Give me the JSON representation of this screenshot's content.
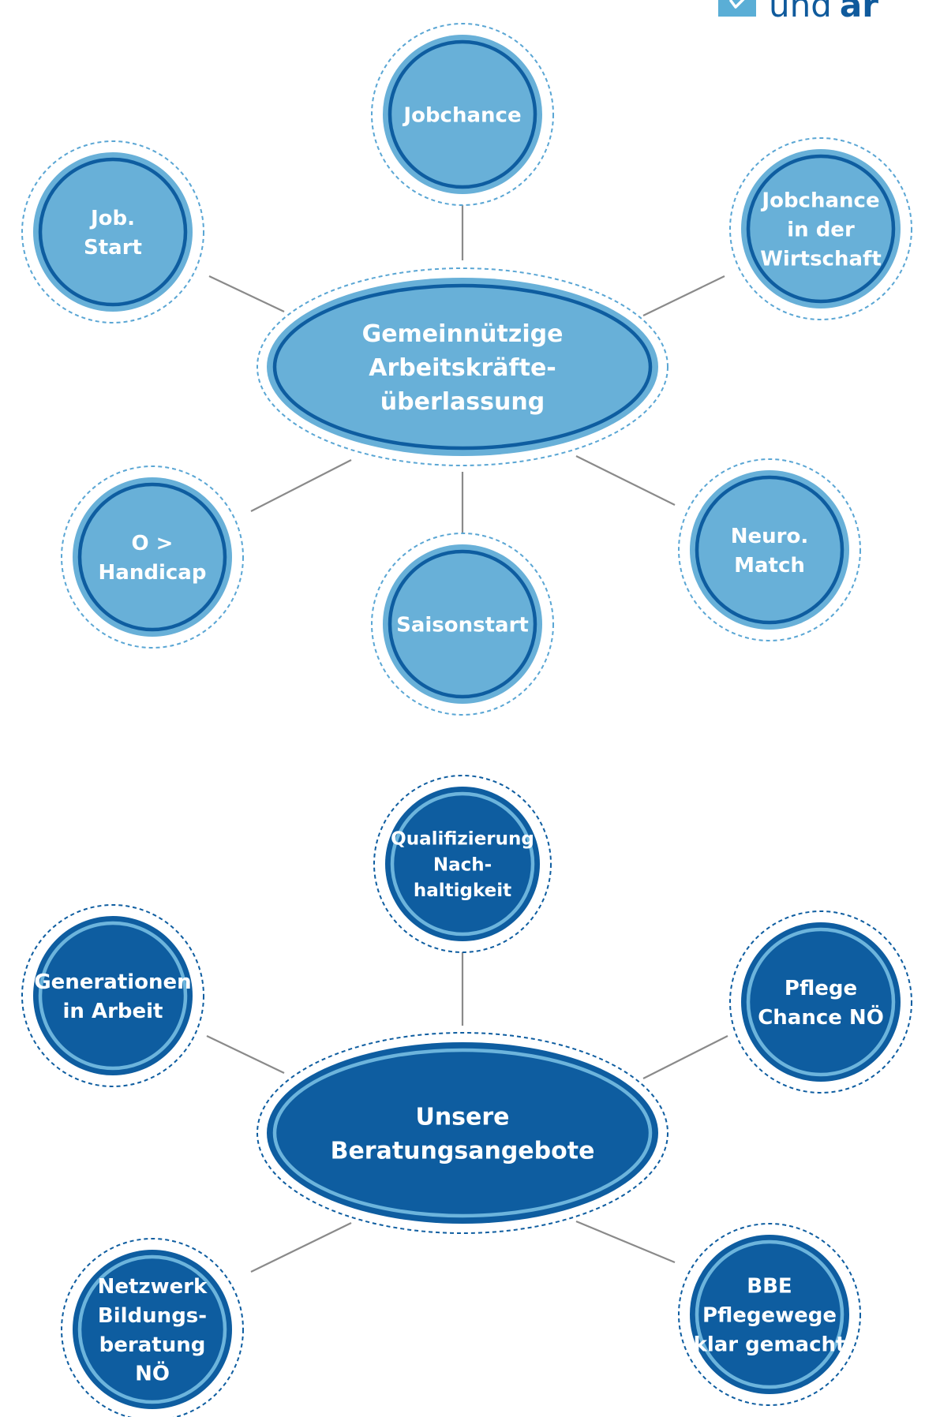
{
  "logo": {
    "text_light": "und",
    "text_bold": "ar",
    "color": "#0f5a9c",
    "icon_color": "#5aaed6",
    "icon": "checkmark-icon"
  },
  "colors": {
    "light_fill": "#68b0d8",
    "light_ring": "#0e5da0",
    "light_dash": "#5aa6d4",
    "dark_fill": "#0e5da0",
    "dark_ring": "#6cb4dc",
    "dark_dash": "#0e5da0",
    "connector": "#8a8a8a"
  },
  "diagrams": [
    {
      "id": "gemeinnuetzige",
      "theme": "light",
      "center": {
        "lines": [
          "Gemeinnützige",
          "Arbeitskräfte-",
          "überlassung"
        ]
      },
      "satellites": [
        {
          "id": "jobchance",
          "lines": [
            "Jobchance"
          ]
        },
        {
          "id": "job-start",
          "lines": [
            "Job.",
            "Start"
          ]
        },
        {
          "id": "jobchance-wirtschaft",
          "lines": [
            "Jobchance",
            "in der",
            "Wirtschaft"
          ]
        },
        {
          "id": "o-handicap",
          "lines": [
            "O >",
            "Handicap"
          ]
        },
        {
          "id": "saisonstart",
          "lines": [
            "Saisonstart"
          ]
        },
        {
          "id": "neuro-match",
          "lines": [
            "Neuro.",
            "Match"
          ]
        }
      ]
    },
    {
      "id": "beratungsangebote",
      "theme": "dark",
      "center": {
        "lines": [
          "Unsere",
          "Beratungsangebote"
        ]
      },
      "satellites": [
        {
          "id": "qualifizierung",
          "lines": [
            "Qualifizierung",
            "Nach-",
            "haltigkeit"
          ]
        },
        {
          "id": "generationen",
          "lines": [
            "Generationen",
            "in Arbeit"
          ]
        },
        {
          "id": "pflege-chance",
          "lines": [
            "Pflege",
            "Chance NÖ"
          ]
        },
        {
          "id": "netzwerk",
          "lines": [
            "Netzwerk",
            "Bildungs-",
            "beratung",
            "NÖ"
          ]
        },
        {
          "id": "bbe-pflegewege",
          "lines": [
            "BBE",
            "Pflegewege",
            "klar gemacht"
          ]
        }
      ]
    }
  ]
}
